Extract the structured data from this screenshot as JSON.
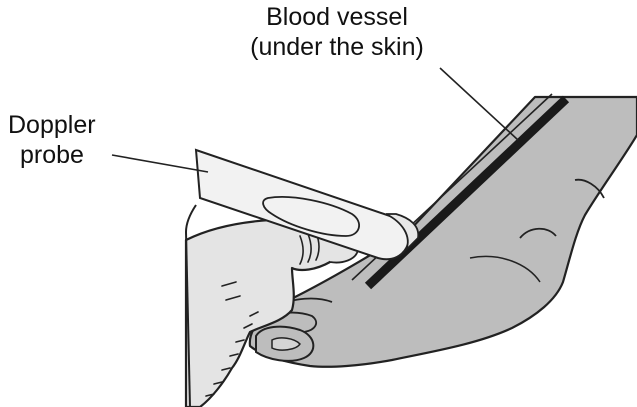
{
  "labels": {
    "vessel": {
      "line1": "Blood vessel",
      "line2": "(under the skin)"
    },
    "probe": {
      "line1": "Doppler",
      "line2": "probe"
    }
  },
  "colors": {
    "foot_fill": "#bdbdbd",
    "hand_fill": "#e4e4e4",
    "probe_fill": "#f2f2f2",
    "vessel": "#1a1a1a",
    "outline": "#222222",
    "leader": "#222222"
  }
}
